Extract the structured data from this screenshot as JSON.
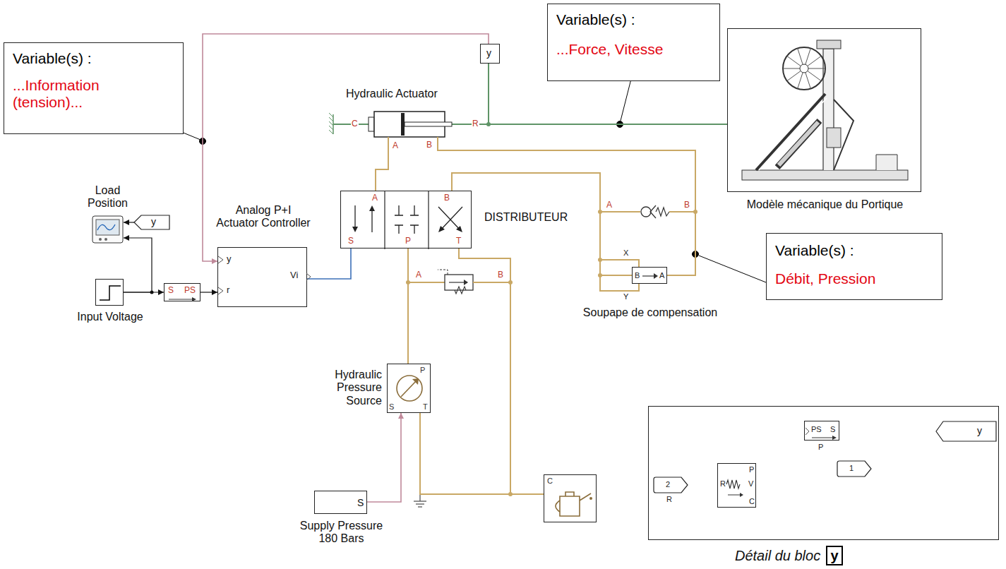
{
  "diagram": {
    "nodes": [
      {
        "text": [
          "Variable(s) :",
          "...Information (tension)..."
        ]
      },
      {
        "text": [
          "Variable(s) :",
          "...Force, Vitesse"
        ]
      },
      {
        "text": [
          "y"
        ]
      },
      {
        "text": [
          "Hydraulic Actuator"
        ]
      },
      {
        "text": [
          "Modèle mécanique du Portique"
        ]
      },
      {
        "text": [
          "Load Position"
        ]
      },
      {
        "text": [
          "y"
        ]
      },
      {
        "text": [
          "Analog P+I Actuator Controller",
          "y",
          "r",
          "Vi"
        ]
      },
      {
        "text": [
          "DISTRIBUTEUR",
          "A",
          "B",
          "S",
          "P",
          "T"
        ]
      },
      {
        "text": [
          "Input Voltage"
        ]
      },
      {
        "text": [
          "S",
          "PS"
        ]
      },
      {
        "text": [
          "Soupape de compensation",
          "B",
          "A"
        ]
      },
      {
        "text": [
          "Variable(s) :",
          "Débit, Pression"
        ]
      },
      {
        "text": [
          "Hydraulic Pressure Source",
          "P",
          "S",
          "T"
        ]
      },
      {
        "text": [
          "S",
          "Supply Pressure 180 Bars"
        ]
      },
      {
        "text": [
          "C"
        ]
      },
      {
        "text": [
          "Détail du bloc"
        ]
      },
      {
        "text": [
          "R",
          "V",
          "P",
          "C"
        ],
        "in": 16
      },
      {
        "text": [
          "PS",
          "S"
        ],
        "in": 16
      },
      {
        "text": [
          "y"
        ],
        "in": 16
      },
      {
        "text": [
          "1"
        ],
        "in": 16
      },
      {
        "text": [
          "2"
        ],
        "in": 16
      },
      {
        "text": [
          "y"
        ]
      }
    ],
    "edges": [
      {
        "from": 2,
        "to": 7,
        "arrow": "to"
      },
      {
        "from": 3,
        "to": 2,
        "arrow": "none"
      },
      {
        "from": 3,
        "to": 4,
        "arrow": "none"
      },
      {
        "from": 9,
        "to": 10,
        "arrow": "to"
      },
      {
        "from": 9,
        "to": 5,
        "arrow": "to"
      },
      {
        "from": 6,
        "to": 5,
        "arrow": "to"
      },
      {
        "from": 10,
        "to": 7,
        "arrow": "to"
      },
      {
        "from": 7,
        "to": 8,
        "arrow": "none"
      },
      {
        "from": 3,
        "to": 8,
        "arrow": "none"
      },
      {
        "from": 8,
        "to": 11,
        "arrow": "none"
      },
      {
        "from": 3,
        "to": 11,
        "arrow": "none"
      },
      {
        "from": 8,
        "to": 13,
        "arrow": "none"
      },
      {
        "from": 8,
        "to": 15,
        "arrow": "none"
      },
      {
        "from": 13,
        "to": 15,
        "arrow": "none"
      },
      {
        "from": 14,
        "to": 13,
        "arrow": "to"
      },
      {
        "from": 17,
        "to": 18,
        "arrow": "to"
      },
      {
        "from": 17,
        "to": 20,
        "arrow": "none"
      },
      {
        "from": 21,
        "to": 17,
        "arrow": "none"
      },
      {
        "from": 18,
        "to": 19,
        "arrow": "to"
      }
    ],
    "labels": [
      "C",
      "R",
      "A",
      "B",
      "A",
      "B",
      "A",
      "B",
      "X",
      "Y",
      "P",
      "R"
    ]
  }
}
